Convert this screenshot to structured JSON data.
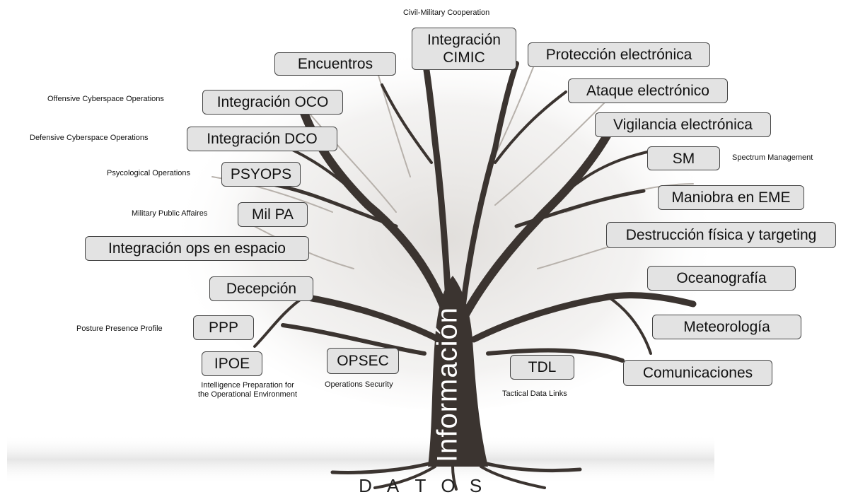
{
  "trunk_label": "Información",
  "roots_label": [
    "D",
    "A",
    "T",
    "O",
    "S"
  ],
  "colors": {
    "box_fill": "#e3e3e3",
    "box_border": "#444444",
    "tree": "#3b3430",
    "tree_light": "#8a817a"
  },
  "boxes": {
    "encuentros": "Encuentros",
    "integracion_cimic": [
      "Integración",
      "CIMIC"
    ],
    "proteccion_electronica": "Protección electrónica",
    "integracion_oco": "Integración OCO",
    "ataque_electronico": "Ataque electrónico",
    "integracion_dco": "Integración DCO",
    "vigilancia_electronica": "Vigilancia electrónica",
    "sm": "SM",
    "psyops": "PSYOPS",
    "maniobra_eme": "Maniobra en EME",
    "mil_pa": "Mil PA",
    "destruccion_fisica": "Destrucción física y targeting",
    "integracion_ops_espacio": "Integración ops en espacio",
    "oceanografia": "Oceanografía",
    "decepcion": "Decepción",
    "meteorologia": "Meteorología",
    "ppp": "PPP",
    "ipoe": "IPOE",
    "opsec": "OPSEC",
    "tdl": "TDL",
    "comunicaciones": "Comunicaciones"
  },
  "notes": {
    "cimic": "Civil-Military Cooperation",
    "oco": "Offensive Cyberspace Operations",
    "dco": "Defensive Cyberspace Operations",
    "sm": "Spectrum Management",
    "psyops": "Psycological Operations",
    "mil_pa": "Military Public Affaires",
    "ppp": "Posture Presence Profile",
    "ipoe": [
      "Intelligence Preparation for",
      "the Operational Environment"
    ],
    "opsec": "Operations Security",
    "tdl": "Tactical Data Links"
  }
}
